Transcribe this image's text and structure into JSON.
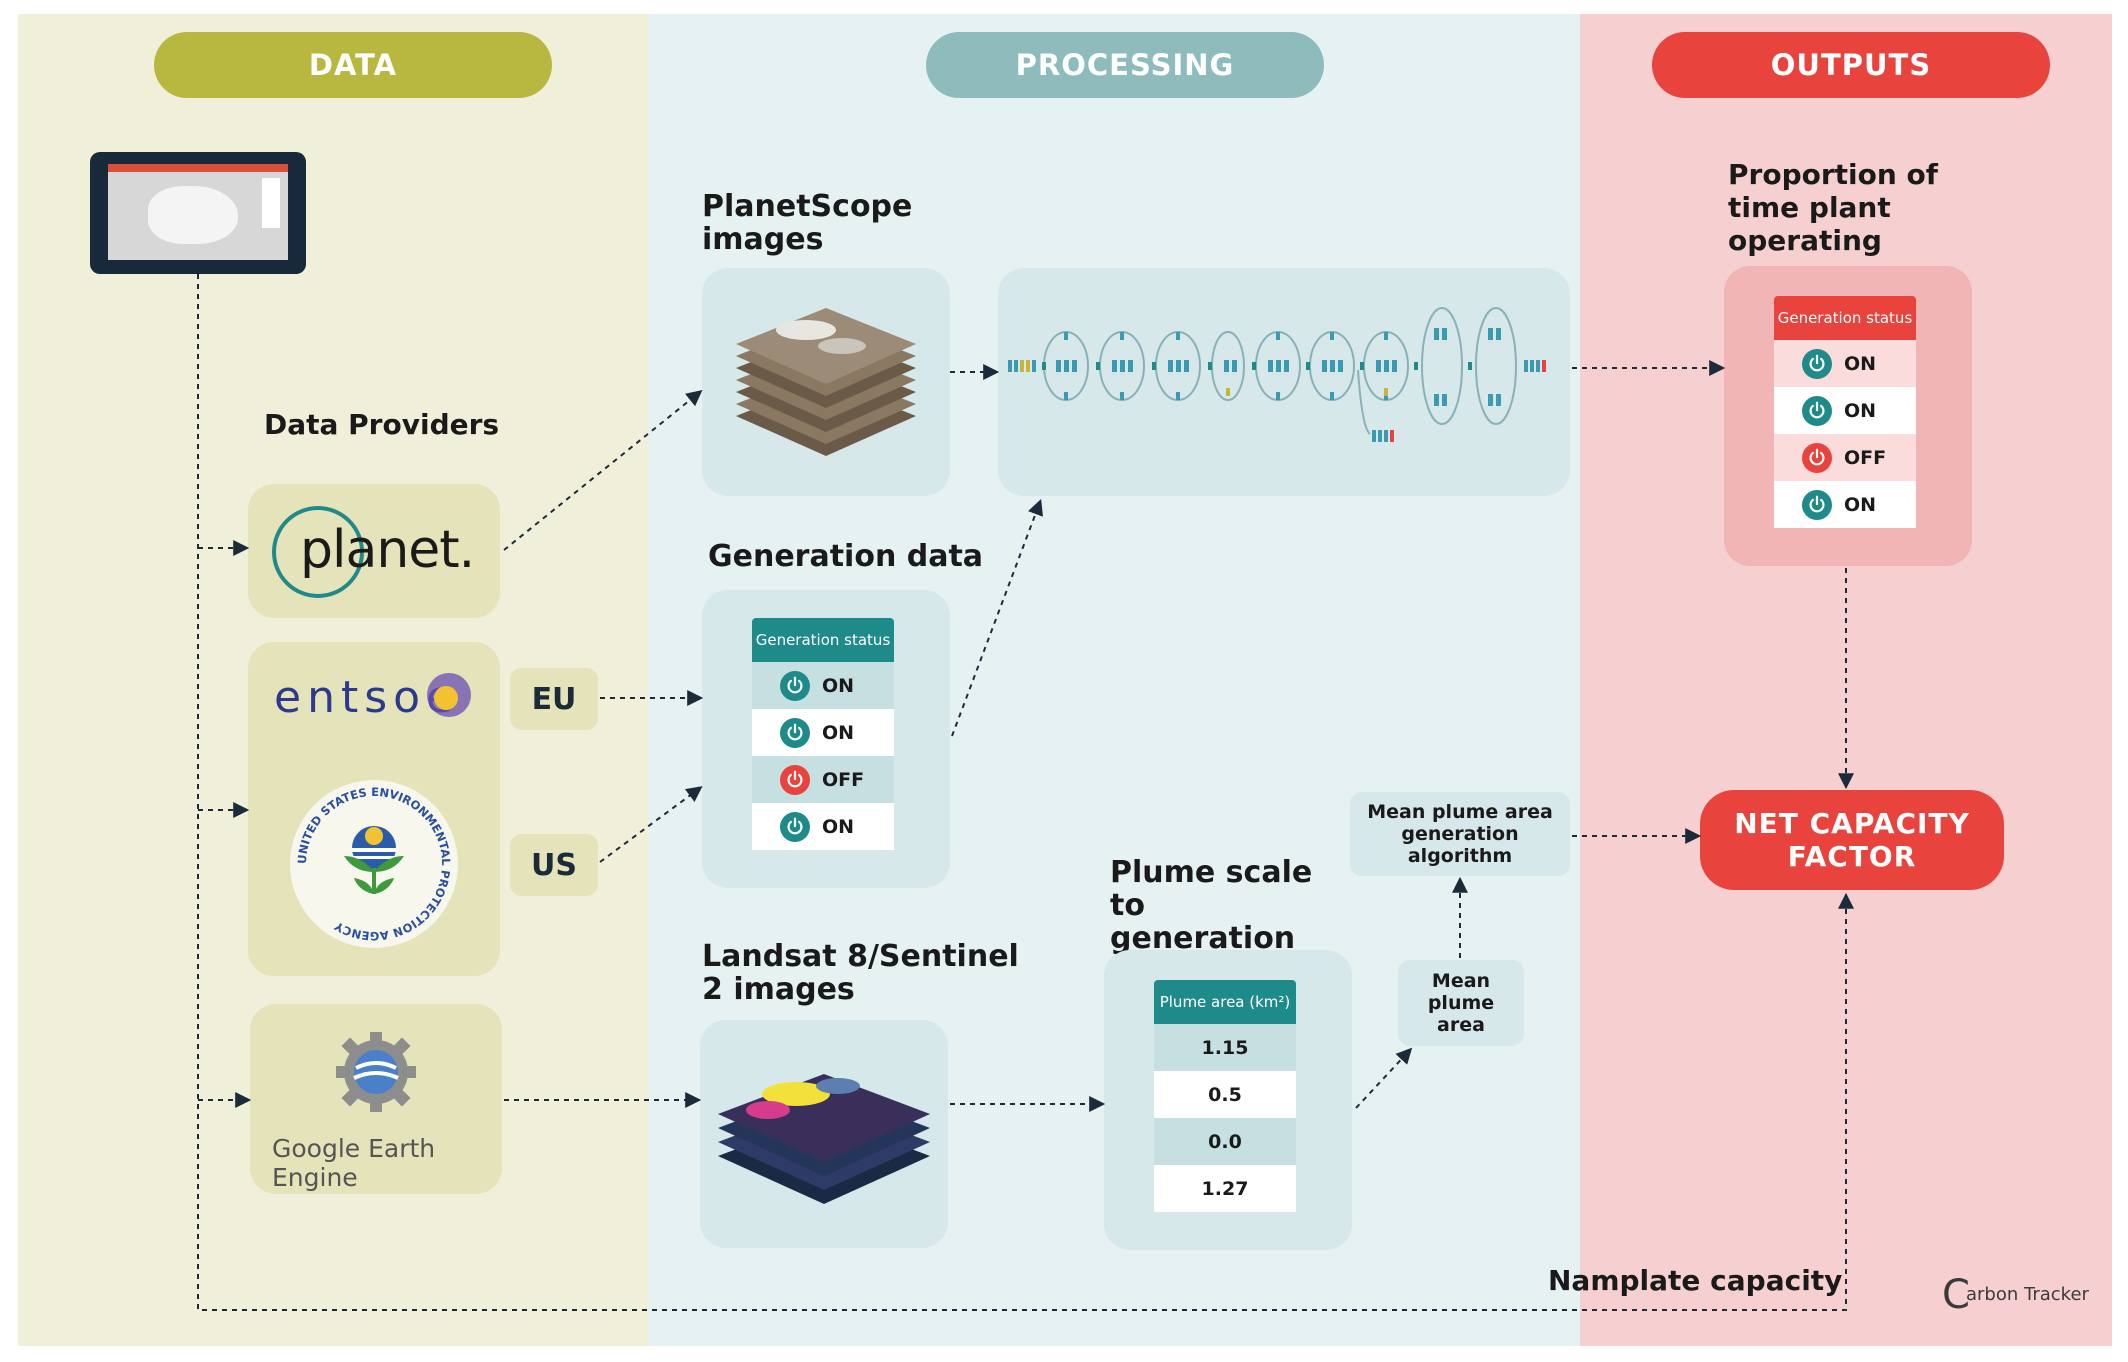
{
  "columns": {
    "data": {
      "label": "DATA",
      "color": "#b8b840"
    },
    "processing": {
      "label": "PROCESSING",
      "color": "#8ebcbd"
    },
    "outputs": {
      "label": "OUTPUTS",
      "color": "#e8433d"
    }
  },
  "data_column": {
    "providers_heading": "Data Providers",
    "planet_logo": "planet.",
    "entsoe_logo": "entsoe",
    "epa_seal_text": "UNITED STATES ENVIRONMENTAL PROTECTION AGENCY",
    "google_earth_engine": "Google Earth Engine",
    "eu_tag": "EU",
    "us_tag": "US"
  },
  "processing_column": {
    "planetscope_heading": "PlanetScope images",
    "generation_heading": "Generation data",
    "landsat_heading": "Landsat 8/Sentinel 2 images",
    "plume_heading": "Plume scale to generation",
    "generation_table": {
      "header": "Generation status",
      "rows": [
        {
          "status": "ON",
          "state": "on"
        },
        {
          "status": "ON",
          "state": "on"
        },
        {
          "status": "OFF",
          "state": "off"
        },
        {
          "status": "ON",
          "state": "on"
        }
      ]
    },
    "plume_table": {
      "header": "Plume area (km²)",
      "values": [
        "1.15",
        "0.5",
        "0.0",
        "1.27"
      ]
    },
    "mean_plume_area": "Mean plume area",
    "mean_plume_algorithm": "Mean plume area generation algorithm"
  },
  "outputs_column": {
    "proportion_heading": "Proportion of time plant operating",
    "generation_table": {
      "header": "Generation status",
      "rows": [
        {
          "status": "ON",
          "state": "on"
        },
        {
          "status": "ON",
          "state": "on"
        },
        {
          "status": "OFF",
          "state": "off"
        },
        {
          "status": "ON",
          "state": "on"
        }
      ]
    },
    "net_capacity_factor": "NET CAPACITY FACTOR",
    "nameplate_capacity": "Namplate capacity"
  },
  "branding": {
    "carbon_tracker": "arbon Tracker",
    "carbon_tracker_initial": "C"
  },
  "colors": {
    "teal": "#1f8a8a",
    "red_status": "#e8433d",
    "data_bg": "#f0efd9",
    "processing_bg": "#e6f1f2",
    "outputs_bg": "#f6d0d0"
  }
}
